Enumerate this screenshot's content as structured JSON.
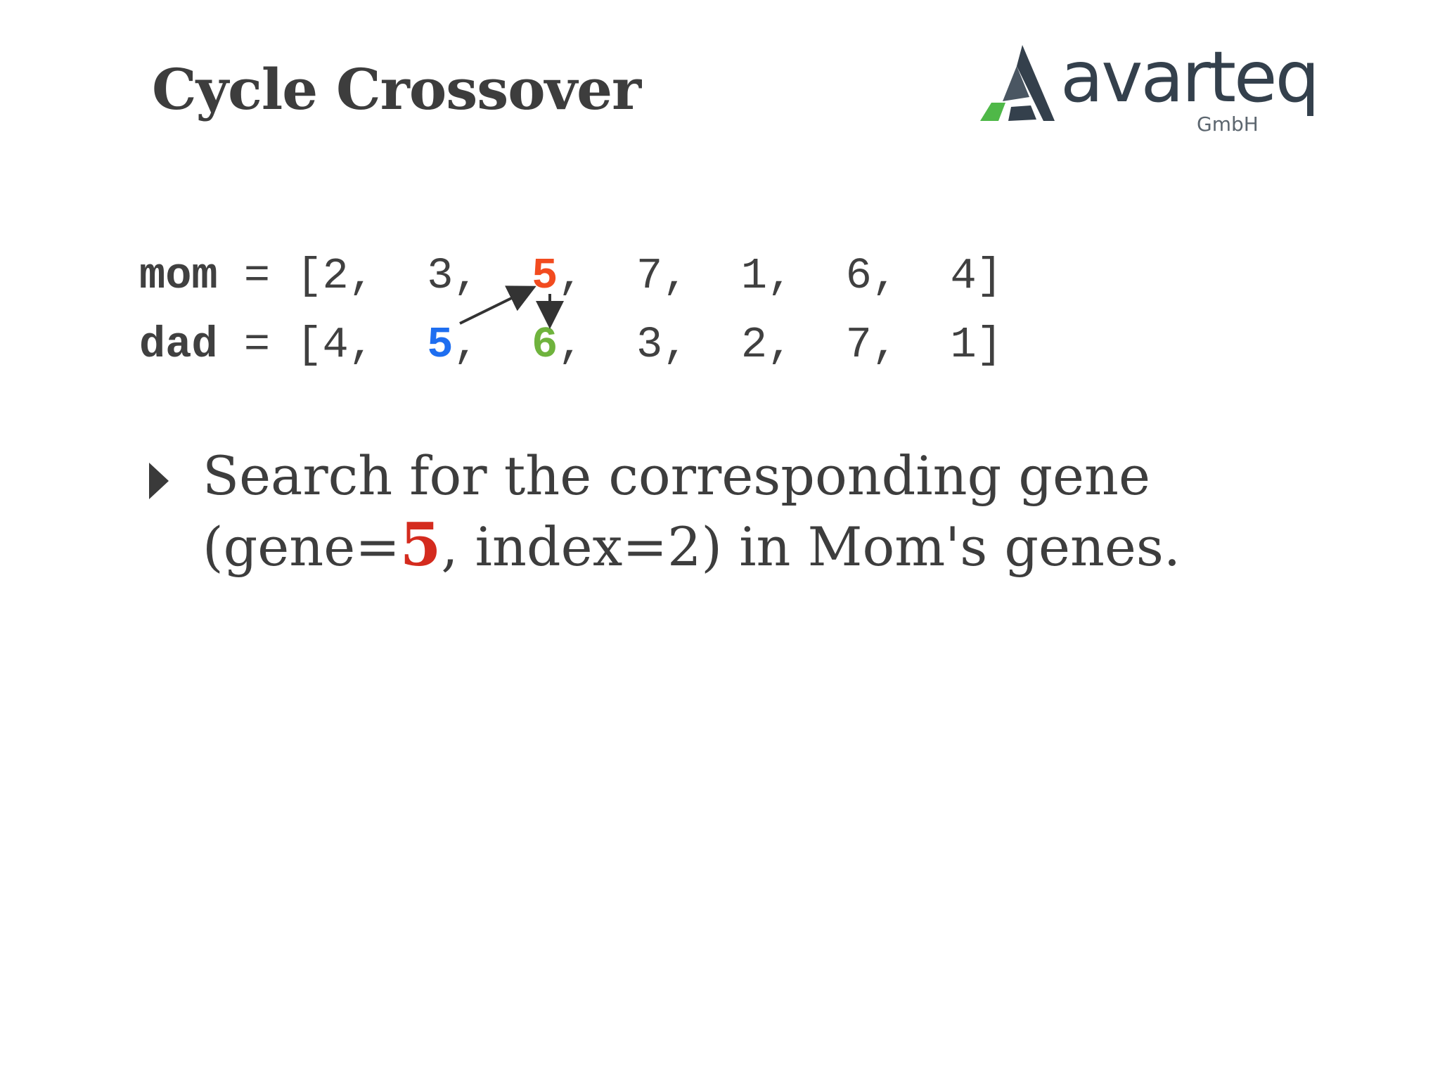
{
  "slide": {
    "title": "Cycle Crossover"
  },
  "logo": {
    "word": "avarteq",
    "sub": "GmbH",
    "colors": {
      "dark": "#34404c",
      "green": "#4fb848"
    }
  },
  "code": {
    "mom": {
      "name": "mom",
      "values": [
        "2",
        "3",
        "5",
        "7",
        "1",
        "6",
        "4"
      ],
      "highlight": {
        "index": 2,
        "color": "#f24b1f"
      }
    },
    "dad": {
      "name": "dad",
      "values": [
        "4",
        "5",
        "6",
        "3",
        "2",
        "7",
        "1"
      ],
      "highlights": [
        {
          "index": 1,
          "color": "#1e6ef0"
        },
        {
          "index": 2,
          "color": "#6fb33d"
        }
      ]
    }
  },
  "bullets": [
    {
      "line1": "Search for the corresponding gene",
      "line2_prefix": "(gene=",
      "line2_num": "5",
      "line2_suffix": ", index=2) in Mom's genes."
    }
  ]
}
